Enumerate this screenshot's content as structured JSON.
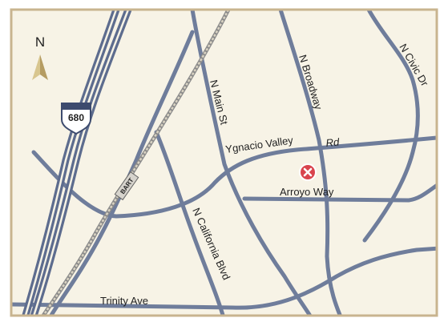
{
  "map": {
    "colors": {
      "background": "#f7f3e6",
      "frame": "#c8b48f",
      "road": "#6f7d9b",
      "freeway": "#5d6c8e",
      "rail_edge": "#8b8b8b",
      "rail_center": "#d9d3c3",
      "marker": "#d9444d",
      "compass": "#b59c62"
    },
    "compass": {
      "letter": "N",
      "icon": "north-arrow-icon"
    },
    "freeway_shield": {
      "number": "680",
      "icon": "interstate-shield-icon"
    },
    "rail": {
      "label": "BART"
    },
    "marker": {
      "icon": "location-x-marker-icon"
    },
    "streets": {
      "n_main": "N Main St",
      "n_broadway": "N Broadway",
      "n_civic": "N Civic Dr",
      "ygnacio_main": "Ygnacio Valley",
      "ygnacio_suffix": "Rd",
      "arroyo": "Arroyo Way",
      "n_california": "N California Blvd",
      "trinity": "Trinity Ave"
    }
  }
}
